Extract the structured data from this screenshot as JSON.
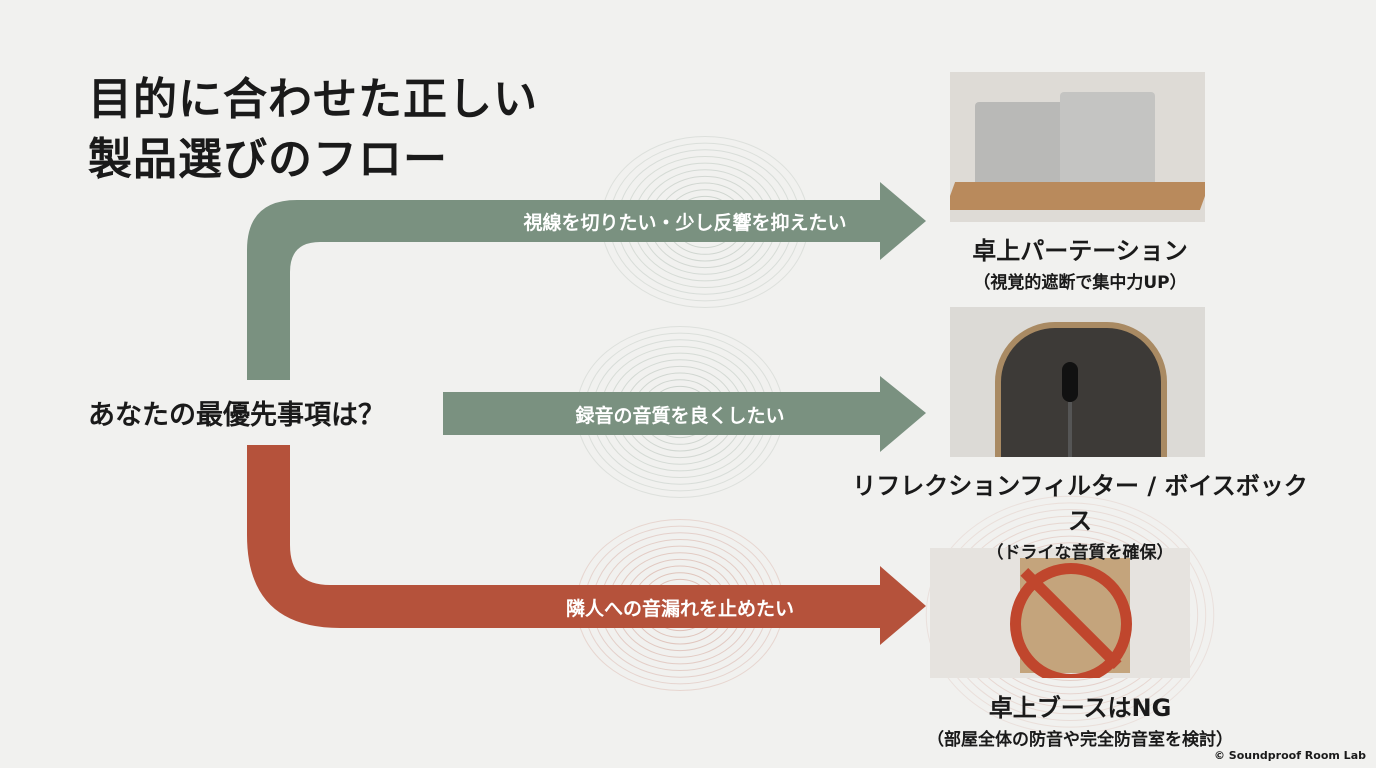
{
  "title_lines": [
    "目的に合わせた正しい",
    "製品選びのフロー"
  ],
  "question": "あなたの最優先事項は？",
  "colors": {
    "green": "#7a9180",
    "red": "#b5523b",
    "background": "#f1f1ef"
  },
  "branches": [
    {
      "label": "視線を切りたい・少し反響を抑えたい",
      "product": "卓上パーテーション",
      "note": "（視覚的遮断で集中力UP）",
      "icon": "desk-partition-image"
    },
    {
      "label": "録音の音質を良くしたい",
      "product": "リフレクションフィルター / ボイスボックス",
      "note": "（ドライな音質を確保）",
      "icon": "reflection-filter-image"
    },
    {
      "label": "隣人への音漏れを止めたい",
      "product": "卓上ブースはNG",
      "note": "（部屋全体の防音や完全防音室を検討）",
      "icon": "prohibited-desk-booth-image"
    }
  ],
  "credit": "© Soundproof Room Lab"
}
